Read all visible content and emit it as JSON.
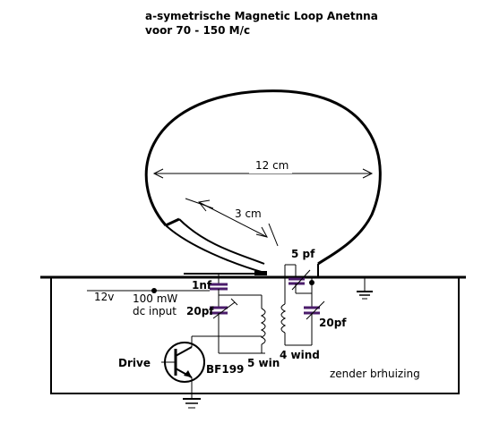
{
  "title": {
    "line1": "a-symetrische Magnetic Loop Anetnna",
    "line2": "voor 70 - 150 M/c"
  },
  "labels": {
    "loop_diameter": "12 cm",
    "gap": "3 cm",
    "cap_5pf": "5 pf",
    "cap_1nf": "1nf",
    "cap_20pf_left": "20pf",
    "cap_20pf_right": "20pf",
    "supply": "12v",
    "power_line1": "100 mW",
    "power_line2": "dc input",
    "winding_5": "5 win",
    "winding_4": "4 wind",
    "drive": "Drive",
    "transistor": "BF199",
    "housing": "zender brhuizing"
  },
  "colors": {
    "line": "#000000",
    "capacitor": "#4b1c6b"
  }
}
